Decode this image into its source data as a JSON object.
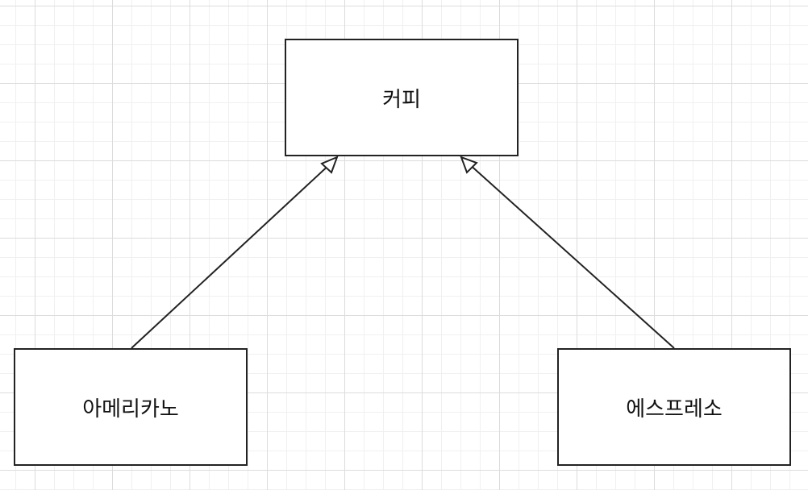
{
  "diagram": {
    "nodes": {
      "parent": {
        "label": "커피"
      },
      "child_left": {
        "label": "아메리카노"
      },
      "child_right": {
        "label": "에스프레소"
      }
    },
    "edges": [
      {
        "from": "child_left",
        "to": "parent",
        "type": "inheritance"
      },
      {
        "from": "child_right",
        "to": "parent",
        "type": "inheritance"
      }
    ],
    "colors": {
      "stroke": "#222222",
      "fill": "#ffffff",
      "grid": "#dcdcdc"
    }
  }
}
